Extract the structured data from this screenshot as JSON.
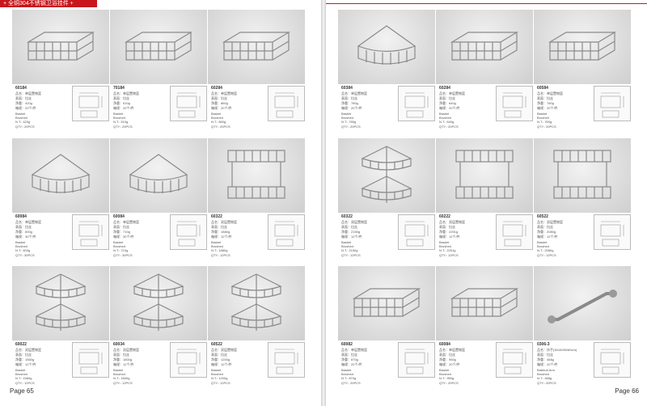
{
  "banner": {
    "text": "+ 全铜304不锈钢卫浴挂件 +"
  },
  "left_page": {
    "page_number": "Page 65",
    "products": [
      {
        "code": "60184",
        "specs": [
          "品名：单层置物篮",
          "表面：拉丝",
          "净重：420g",
          "箱规：20个/件"
        ],
        "eng": [
          "Basket",
          "Brushed",
          "N.T.: 420g",
          "QTY.: 20PCS"
        ],
        "icon": "wire-basket-icon"
      },
      {
        "code": "70184",
        "specs": [
          "品名：单层置物篮",
          "表面：拉丝",
          "净重：510g",
          "箱规：20个/件"
        ],
        "eng": [
          "Basket",
          "Brushed",
          "N.T.: 510g",
          "QTY.: 20PCS"
        ],
        "icon": "wire-basket-icon"
      },
      {
        "code": "60284",
        "specs": [
          "品名：单层置物篮",
          "表面：拉丝",
          "净重：860g",
          "箱规：20个/件"
        ],
        "eng": [
          "Basket",
          "Brushed",
          "N.T.: 860g",
          "QTY.: 20PCS"
        ],
        "icon": "wire-basket-icon"
      },
      {
        "code": "60084",
        "specs": [
          "品名：单层置物篮",
          "表面：拉丝",
          "净重：600g",
          "箱规：30个/件"
        ],
        "eng": [
          "Basket",
          "Brushed",
          "N.T.: 600g",
          "QTY.: 30PCS"
        ],
        "icon": "corner-basket-icon"
      },
      {
        "code": "60084",
        "specs": [
          "品名：单层置物篮",
          "表面：拉丝",
          "净重：710g",
          "箱规：30个/件"
        ],
        "eng": [
          "Basket",
          "Brushed",
          "N.T.: 710g",
          "QTY.: 30PCS"
        ],
        "icon": "corner-basket-icon"
      },
      {
        "code": "60322",
        "specs": [
          "品名：双层置物篮",
          "表面：拉丝",
          "净重：1880g",
          "箱规：12个/件"
        ],
        "eng": [
          "Basket",
          "Brushed",
          "N.T.: 1880g",
          "QTY.: 12PCS"
        ],
        "icon": "double-basket-icon"
      },
      {
        "code": "60022",
        "specs": [
          "品名：双层置物篮",
          "表面：拉丝",
          "净重：1560g",
          "箱规：12个/件"
        ],
        "eng": [
          "Basket",
          "Brushed",
          "N.T.: 1560g",
          "QTY.: 12PCS"
        ],
        "icon": "double-corner-basket-icon"
      },
      {
        "code": "60034",
        "specs": [
          "品名：双层置物篮",
          "表面：拉丝",
          "净重：1800g",
          "箱规：12个/件"
        ],
        "eng": [
          "Basket",
          "Brushed",
          "N.T.: 1800g",
          "QTY.: 12PCS"
        ],
        "icon": "double-corner-basket-icon"
      },
      {
        "code": "60522",
        "specs": [
          "品名：双层置物篮",
          "表面：拉丝",
          "净重：1200g",
          "箱规：12个/件"
        ],
        "eng": [
          "Basket",
          "Brushed",
          "N.T.: 1200g",
          "QTY.: 12PCS"
        ],
        "icon": "double-corner-basket-icon"
      }
    ]
  },
  "right_page": {
    "page_number": "Page 66",
    "products": [
      {
        "code": "60384",
        "specs": [
          "品名：单层置物篮",
          "表面：拉丝",
          "净重：780g",
          "箱规：20个/件"
        ],
        "eng": [
          "Basket",
          "Brushed",
          "N.T.: 780g",
          "QTY.: 20PCS"
        ],
        "icon": "corner-basket-icon"
      },
      {
        "code": "60284",
        "specs": [
          "品名：单层置物篮",
          "表面：拉丝",
          "净重：640g",
          "箱规：20个/件"
        ],
        "eng": [
          "Basket",
          "Brushed",
          "N.T.: 640g",
          "QTY.: 20PCS"
        ],
        "icon": "wire-basket-icon"
      },
      {
        "code": "60584",
        "specs": [
          "品名：单层置物篮",
          "表面：拉丝",
          "净重：760g",
          "箱规：20个/件"
        ],
        "eng": [
          "Basket",
          "Brushed",
          "N.T.: 760g",
          "QTY.: 20PCS"
        ],
        "icon": "wire-basket-icon"
      },
      {
        "code": "60322",
        "specs": [
          "品名：双层置物篮",
          "表面：拉丝",
          "净重：2150g",
          "箱规：12个/件"
        ],
        "eng": [
          "Basket",
          "Brushed",
          "N.T.: 2150g",
          "QTY.: 12PCS"
        ],
        "icon": "double-corner-basket-icon"
      },
      {
        "code": "60222",
        "specs": [
          "品名：双层置物篮",
          "表面：拉丝",
          "净重：2251g",
          "箱规：12个/件"
        ],
        "eng": [
          "Basket",
          "Brushed",
          "N.T.: 2251g",
          "QTY.: 12PCS"
        ],
        "icon": "double-basket-icon"
      },
      {
        "code": "60522",
        "specs": [
          "品名：双层置物篮",
          "表面：拉丝",
          "净重：2080g",
          "箱规：12个/件"
        ],
        "eng": [
          "Basket",
          "Brushed",
          "N.T.: 2080g",
          "QTY.: 12PCS"
        ],
        "icon": "double-basket-icon"
      },
      {
        "code": "60082",
        "specs": [
          "品名：单层置物篮",
          "表面：拉丝",
          "净重：870g",
          "箱规：20个/件"
        ],
        "eng": [
          "Basket",
          "Brushed",
          "N.T.: 870g",
          "QTY.: 20PCS"
        ],
        "icon": "wire-basket-icon"
      },
      {
        "code": "60084",
        "specs": [
          "品名：单层置物篮",
          "表面：拉丝",
          "净重：950g",
          "箱规：20个/件"
        ],
        "eng": [
          "Basket",
          "Brushed",
          "N.T.: 950g",
          "QTY.: 20PCS"
        ],
        "icon": "wire-basket-icon"
      },
      {
        "code": "0306-3",
        "specs": [
          "品名：扶手(30/40/50/60cm)",
          "表面：拉丝",
          "净重：468g",
          "箱规：20个/件"
        ],
        "eng": [
          "Bathtub Arm",
          "Brushed",
          "N.T.: 468g",
          "QTY.: 20PCS"
        ],
        "icon": "grab-bar-icon"
      }
    ]
  }
}
